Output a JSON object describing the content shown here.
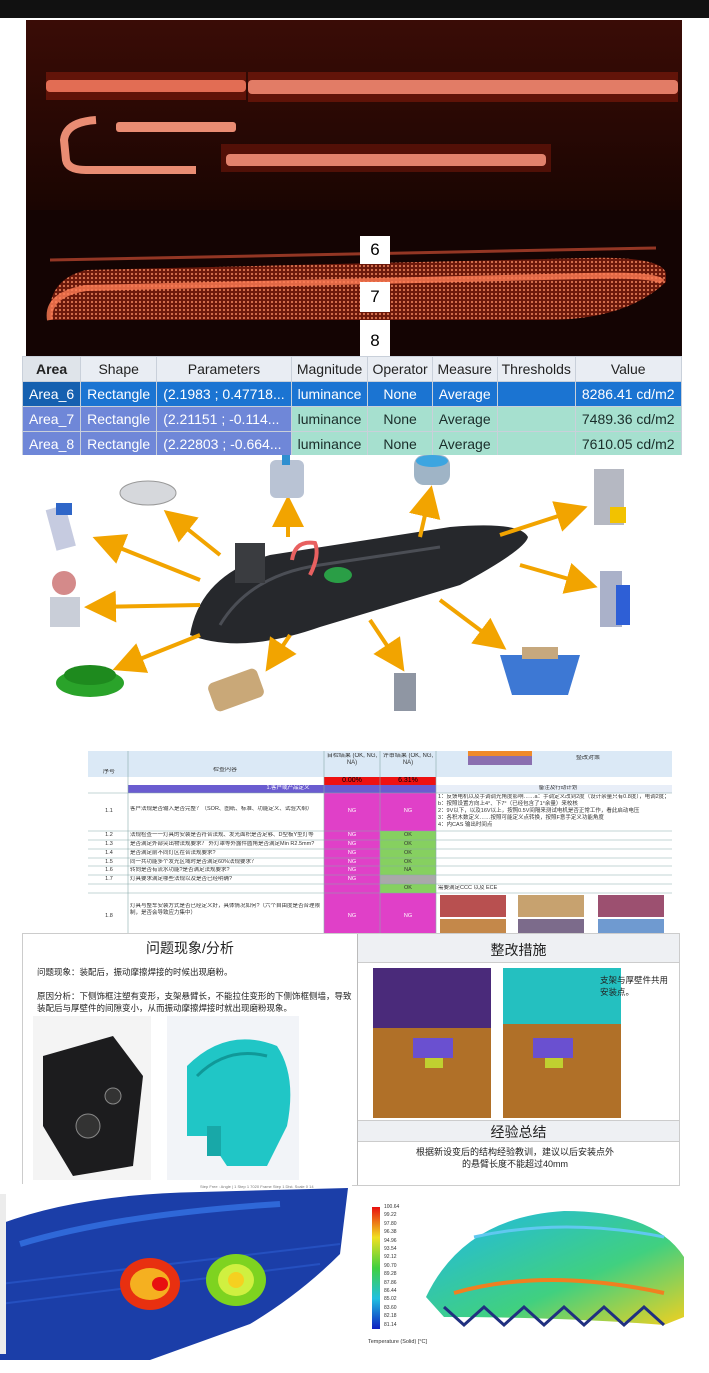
{
  "luminance_panel": {
    "area_tags": [
      "6",
      "7",
      "8"
    ]
  },
  "measure_table": {
    "headers": [
      "Area",
      "Shape",
      "Parameters",
      "Magnitude",
      "Operator",
      "Measure",
      "Thresholds",
      "Value"
    ],
    "rows": [
      {
        "area": "Area_6",
        "shape": "Rectangle",
        "parameters": "(2.1983 ; 0.47718...",
        "magnitude": "luminance",
        "operator": "None",
        "measure": "Average",
        "thresholds": "",
        "value": "8286.41 cd/m2"
      },
      {
        "area": "Area_7",
        "shape": "Rectangle",
        "parameters": "(2.21151 ; -0.114...",
        "magnitude": "luminance",
        "operator": "None",
        "measure": "Average",
        "thresholds": "",
        "value": "7489.36 cd/m2"
      },
      {
        "area": "Area_8",
        "shape": "Rectangle",
        "parameters": "(2.22803 ; -0.664...",
        "magnitude": "luminance",
        "operator": "None",
        "measure": "Average",
        "thresholds": "",
        "value": "7610.05 cd/m2"
      }
    ]
  },
  "checklist": {
    "col_no": "序号",
    "col_content": "检查内容",
    "col_self": "自检结果 (OK, NG, NA)",
    "col_review": "评审结果 (OK, NG, NA)",
    "col_action": "整改对策",
    "pct_self": "0.00%",
    "pct_review": "6.31%",
    "section": "1.客户或产品定义",
    "plan_header": "备注及行动计划",
    "rows": [
      {
        "no": "1.1",
        "text": "客户法规是否输入是否完整？（SOR、图纸、标准、功能定义、试验大纲）",
        "self": "NG",
        "review": "NG",
        "note": "1：反馈电机以及手调调光角度影响……a：手调定义改到2度（设计余量只有0.8度），电调2度；b：按照设置方向上4°、下7°（已经包含了1°余量）来校核\n2：9V以下，以及16V以上，按照0.5V间隔来测试电机是否正常工作，看此启动电压\n3：各积木数定义……按照可能定义点转换，按照F意手定义功能角度\n4：内CAS 输出时间点"
      },
      {
        "no": "1.2",
        "text": "法规检查一一灯具的安装是否符合法规、发光面积是否足够、D型板Y型灯等",
        "self": "NG",
        "review": "OK",
        "note": ""
      },
      {
        "no": "1.3",
        "text": "是否满足外部突出物法规要求？ 外灯罩等外露件圆角是否满足Min R2.5mm?",
        "self": "NG",
        "review": "OK",
        "note": ""
      },
      {
        "no": "1.4",
        "text": "是否满足前不同灯区在合法规要求?",
        "self": "NG",
        "review": "OK",
        "note": ""
      },
      {
        "no": "1.5",
        "text": "同一共功能多个发光区域时是否满足60%法规要求？",
        "self": "NG",
        "review": "OK",
        "note": ""
      },
      {
        "no": "1.6",
        "text": "转向是否有流水功能?是否满足法规要求?",
        "self": "NG",
        "review": "NA",
        "note": ""
      },
      {
        "no": "1.7",
        "text": "灯具要求满足哪些法规以及是否已经明确?",
        "self": "NG",
        "review": "OK",
        "note": "需要满足CCC 以及 ECE"
      },
      {
        "no": "1.8",
        "text": "灯具与整车安装方式是否已经定义好，具体情况如何?（六个自由度是否合理限制，是否会导致应力集中）",
        "self": "NG",
        "review": "NG",
        "note": ""
      }
    ]
  },
  "analysis": {
    "left_title": "问题现象/分析",
    "phenomenon": "问题现象：装配后，振动摩擦焊接的时候出现磨粉。",
    "cause": "原因分析：下侧饰框注塑有变形，支架悬臂长，不能拉住变形的下侧饰框侧墙，导致装配后与厚壁件的间隙变小，从而振动摩擦焊接时就出现磨粉现象。",
    "right_title": "整改措施",
    "measure_text": "支架与厚壁件共用安装点。",
    "summary_title": "经验总结",
    "summary_text": "根据新设变后的结构经验教训，建议以后安装点外的悬臂长度不能超过40mm"
  },
  "simulation": {
    "toolbar_text": "Step Free : Angle      |  1 Step 1  7020    Frame  Step 1  Dist.  Scale  0  14",
    "legend_values": [
      "100.64",
      "99.22",
      "97.80",
      "96.38",
      "94.96",
      "93.54",
      "92.12",
      "90.70",
      "89.28",
      "87.86",
      "86.44",
      "85.02",
      "83.60",
      "82.18",
      "81.14"
    ],
    "legend_title": "Temperature (Solid) [°C]"
  },
  "colors": {
    "table_blue": "#1b74d2",
    "table_periwinkle": "#6f87d8",
    "table_mint": "#a6e0cf",
    "check_magenta": "#e040c8",
    "check_green": "#86d060",
    "check_red": "#ee1111"
  }
}
